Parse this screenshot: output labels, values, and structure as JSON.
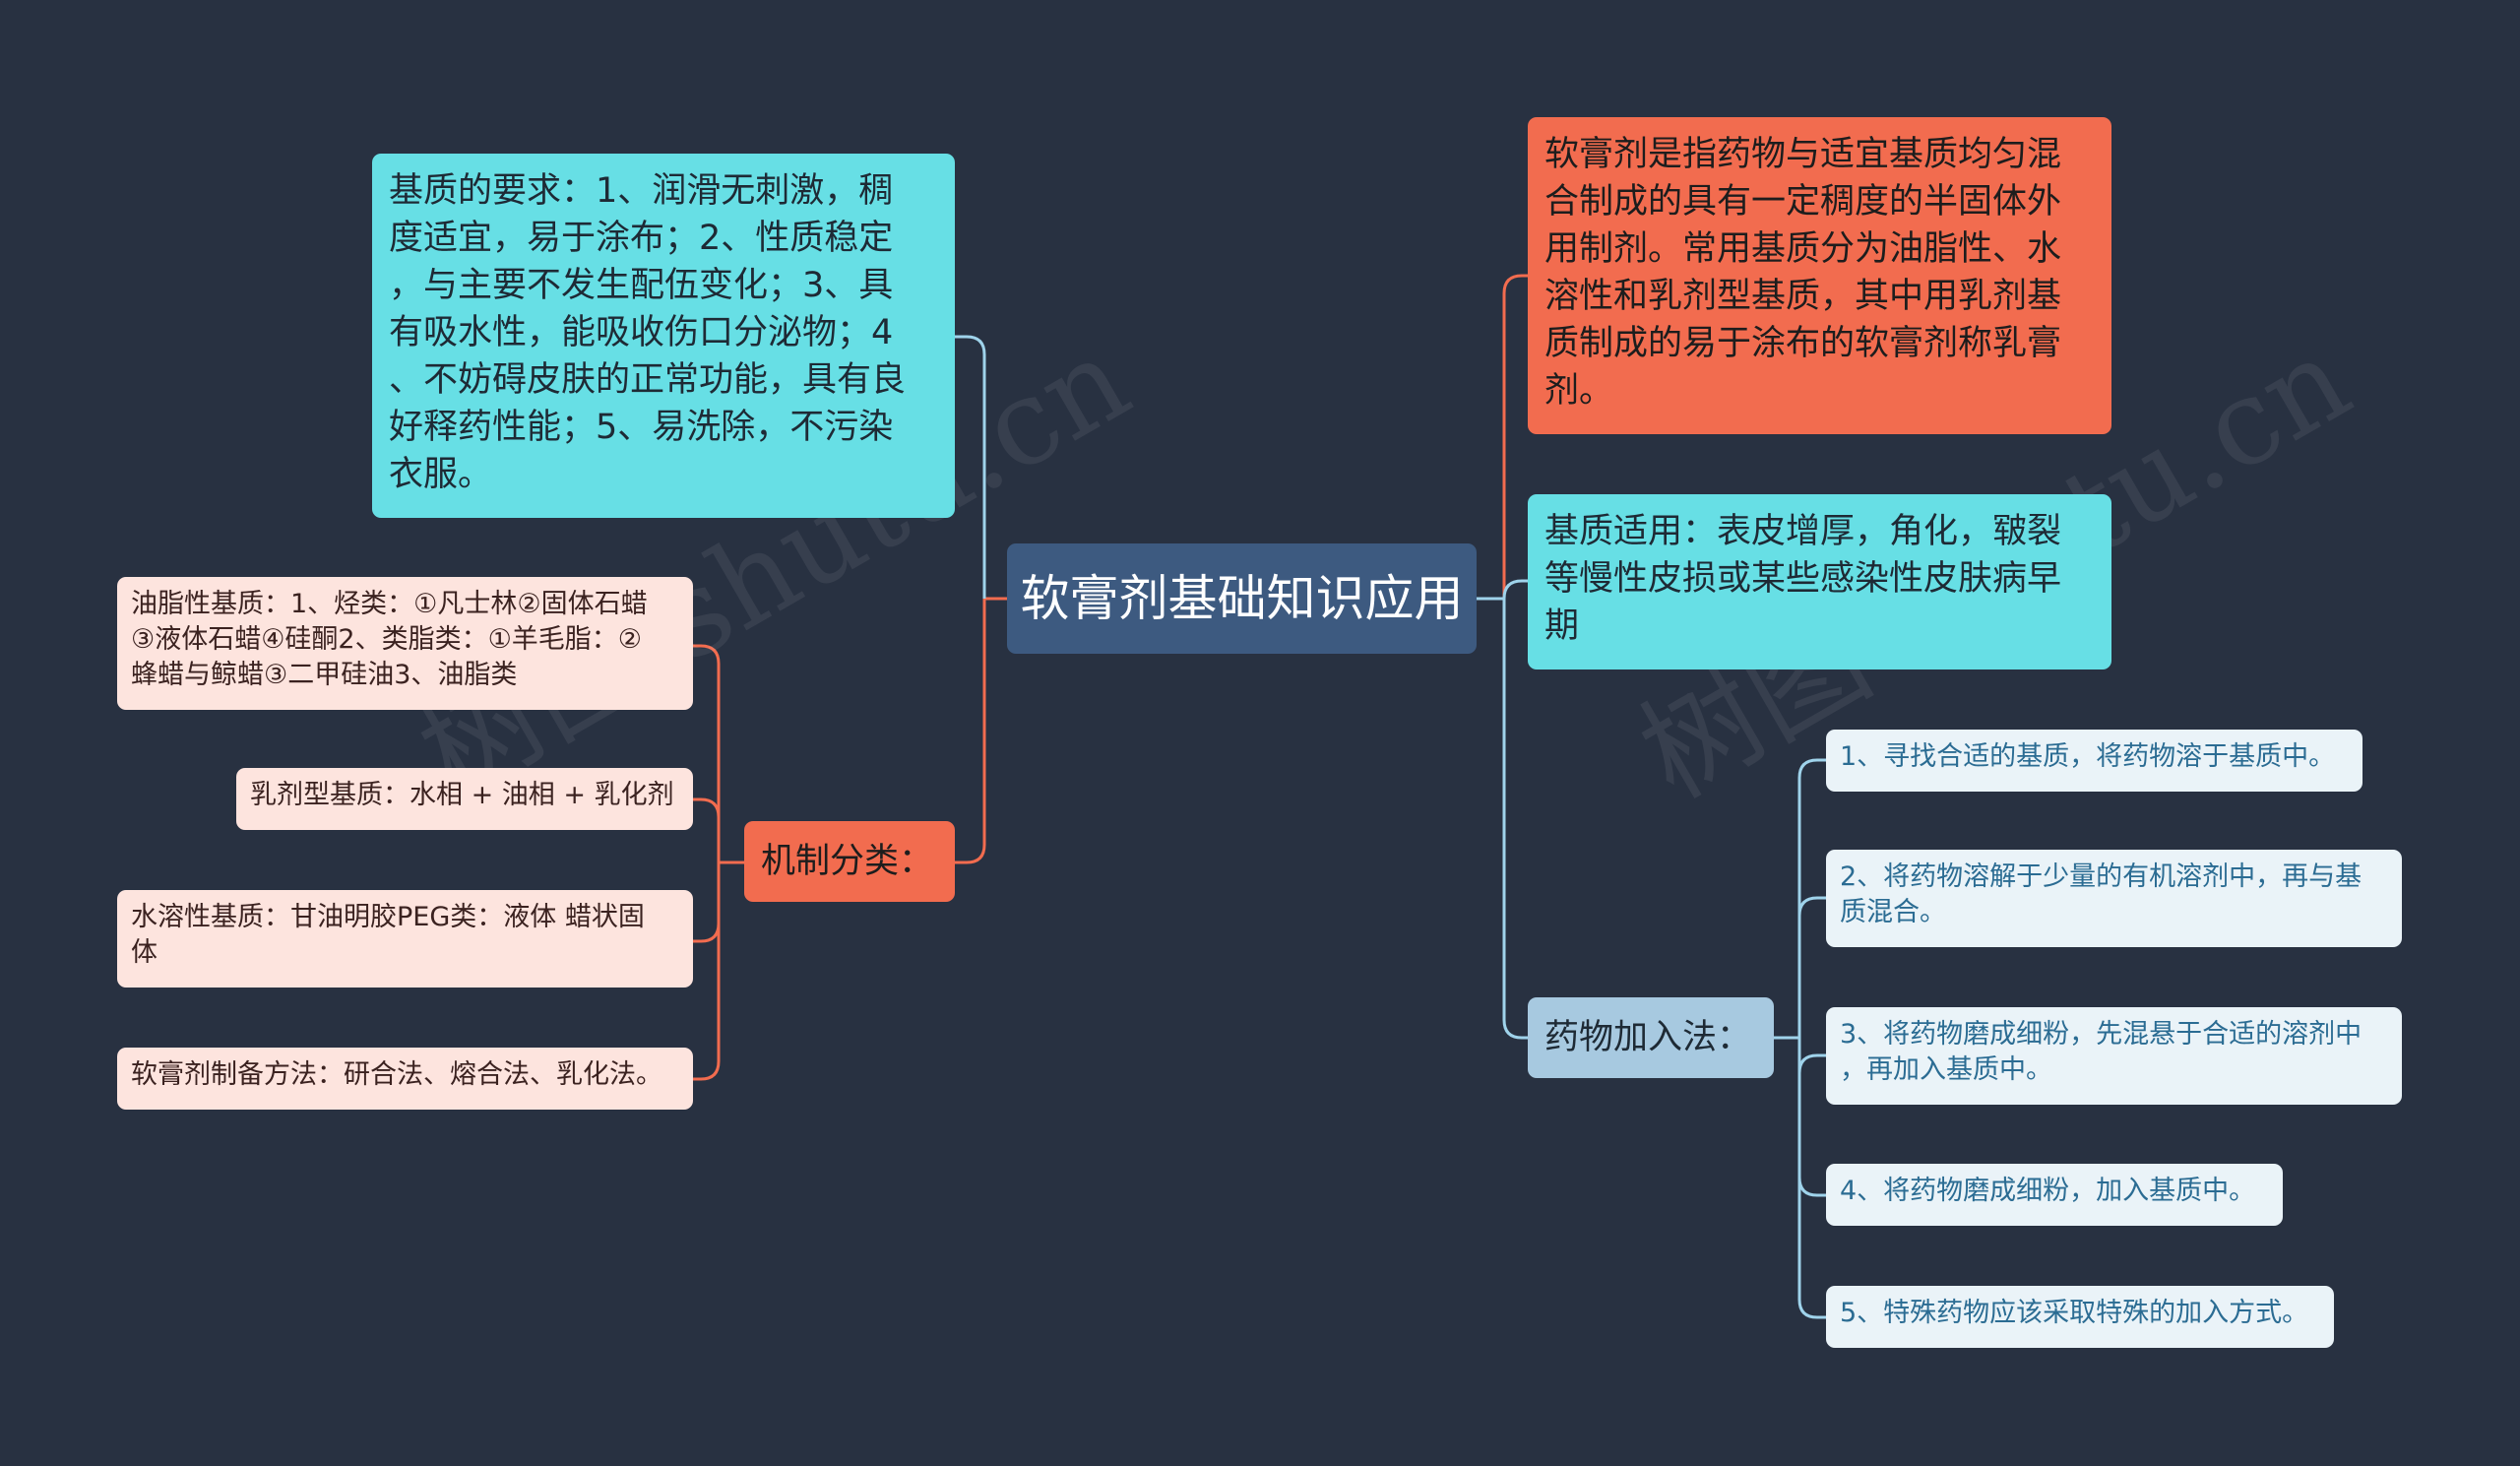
{
  "root": {
    "label": "软膏剂基础知识应用"
  },
  "left": {
    "requirements": "基质的要求：1、润滑无刺激，稠\n度适宜，易于涂布；2、性质稳定\n，与主要不发生配伍变化；3、具\n有吸水性，能吸收伤口分泌物；4\n、不妨碍皮肤的正常功能，具有良\n好释药性能；5、易洗除，不污染\n衣服。",
    "classification": {
      "label": "机制分类：",
      "children": [
        "油脂性基质：1、烃类：①凡士林②固体石蜡\n③液体石蜡④硅酮2、类脂类：①羊毛脂：②\n蜂蜡与鲸蜡③二甲硅油3、油脂类",
        "乳剂型基质：水相 + 油相 + 乳化剂",
        "水溶性基质：甘油明胶PEG类：液体 蜡状固\n体",
        "软膏剂制备方法：研合法、熔合法、乳化法。"
      ]
    }
  },
  "right": {
    "definition": "软膏剂是指药物与适宜基质均匀混\n合制成的具有一定稠度的半固体外\n用制剂。常用基质分为油脂性、水\n溶性和乳剂型基质，其中用乳剂基\n质制成的易于涂布的软膏剂称乳膏\n剂。",
    "application": "基质适用：表皮增厚，角化，皲裂\n等慢性皮损或某些感染性皮肤病早\n期",
    "addition": {
      "label": "药物加入法：",
      "children": [
        "1、寻找合适的基质，将药物溶于基质中。",
        "2、将药物溶解于少量的有机溶剂中，再与基\n质混合。",
        "3、将药物磨成细粉，先混悬于合适的溶剂中\n，再加入基质中。",
        "4、将药物磨成细粉，加入基质中。",
        "5、特殊药物应该采取特殊的加入方式。"
      ]
    }
  },
  "colors": {
    "background": "#283141",
    "root": "#3d5a80",
    "cyan": "#67dfe5",
    "orange": "#f26c4f",
    "steel": "#a7c9e0",
    "pink": "#fde4de",
    "pale": "#eaf3f8",
    "link_orange": "#f26c4f",
    "link_blue": "#9fd3eb"
  },
  "watermark": "树图 shutu.cn"
}
